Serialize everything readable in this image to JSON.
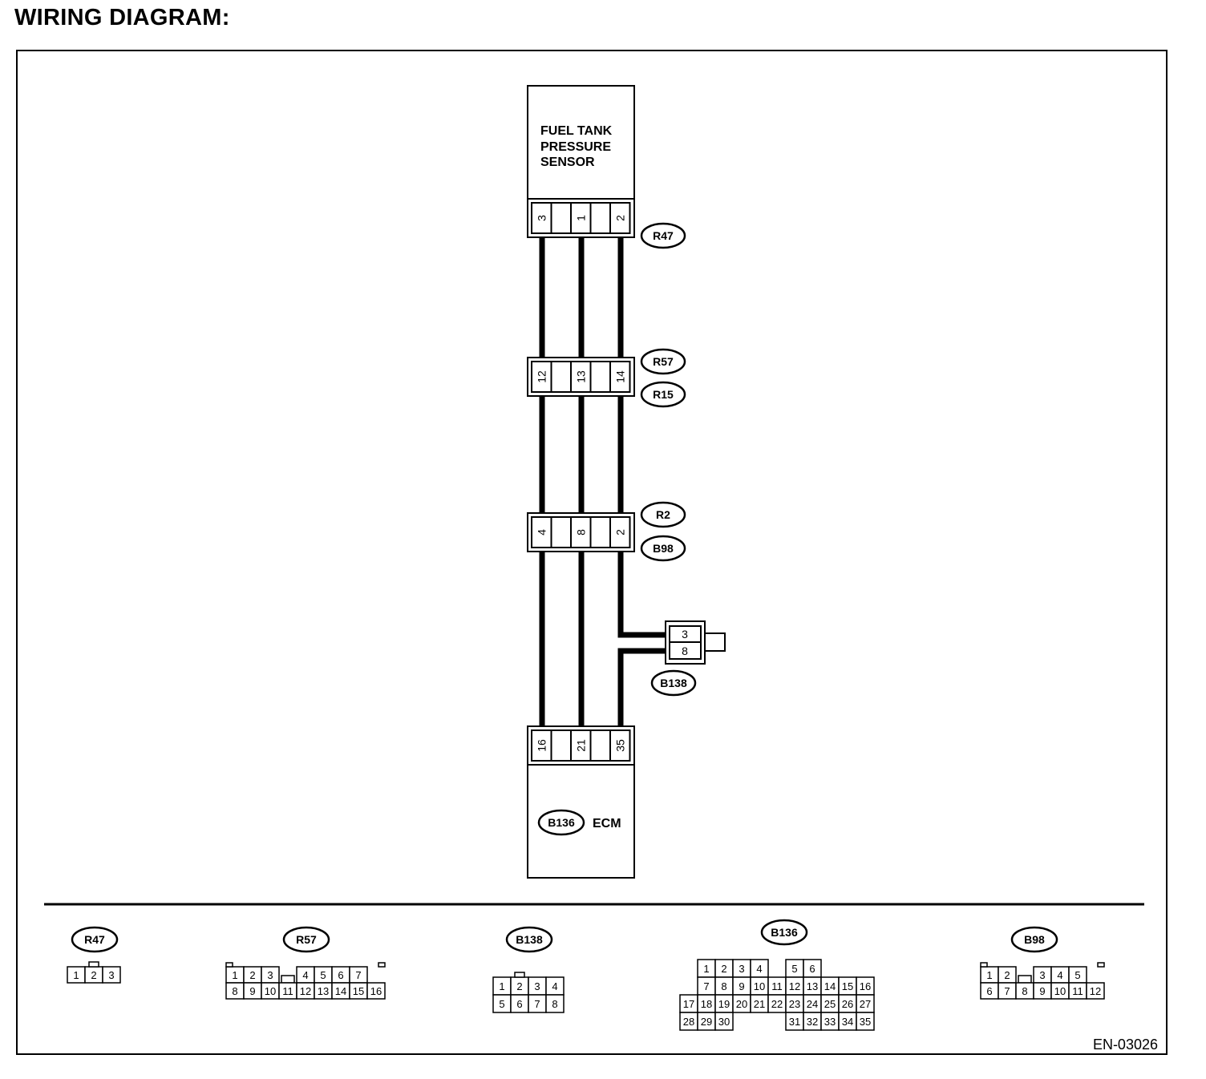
{
  "title": "WIRING DIAGRAM:",
  "sensor": {
    "lines": [
      "FUEL TANK",
      "PRESSURE",
      "SENSOR"
    ]
  },
  "ecm": {
    "connector": "B136",
    "label": "ECM"
  },
  "junctions": [
    {
      "id": "j_r47",
      "tags": [
        "R47"
      ],
      "pins": [
        "3",
        "",
        "1",
        "",
        "2"
      ]
    },
    {
      "id": "j_r57",
      "tags": [
        "R57",
        "R15"
      ],
      "pins": [
        "12",
        "",
        "13",
        "",
        "14"
      ]
    },
    {
      "id": "j_r2",
      "tags": [
        "R2",
        "B98"
      ],
      "pins": [
        "4",
        "",
        "8",
        "",
        "2"
      ]
    },
    {
      "id": "j_ecm",
      "tags": [],
      "pins": [
        "16",
        "",
        "21",
        "",
        "35"
      ]
    }
  ],
  "joint": {
    "tag": "B138",
    "pins": [
      "3",
      "8"
    ]
  },
  "connector_views": [
    {
      "name": "R47",
      "rows": [
        [
          "1",
          "2",
          "3"
        ]
      ]
    },
    {
      "name": "R57",
      "rows": [
        [
          "1",
          "2",
          "3",
          "",
          "4",
          "5",
          "6",
          "7"
        ],
        [
          "8",
          "9",
          "10",
          "11",
          "12",
          "13",
          "14",
          "15",
          "16"
        ]
      ]
    },
    {
      "name": "B138",
      "rows": [
        [
          "1",
          "2",
          "3",
          "4"
        ],
        [
          "5",
          "6",
          "7",
          "8"
        ]
      ]
    },
    {
      "name": "B136",
      "rows": [
        [
          "1",
          "2",
          "3",
          "4",
          "",
          "5",
          "6"
        ],
        [
          "7",
          "8",
          "9",
          "10",
          "11",
          "12",
          "13",
          "14",
          "15",
          "16"
        ],
        [
          "17",
          "18",
          "19",
          "20",
          "21",
          "22",
          "23",
          "24",
          "25",
          "26",
          "27"
        ],
        [
          "28",
          "29",
          "30",
          "",
          "",
          "",
          "31",
          "32",
          "33",
          "34",
          "35"
        ]
      ]
    },
    {
      "name": "B98",
      "rows": [
        [
          "1",
          "2",
          "",
          "3",
          "4",
          "5"
        ],
        [
          "6",
          "7",
          "8",
          "9",
          "10",
          "11",
          "12"
        ]
      ]
    }
  ],
  "figure_code": "EN-03026"
}
